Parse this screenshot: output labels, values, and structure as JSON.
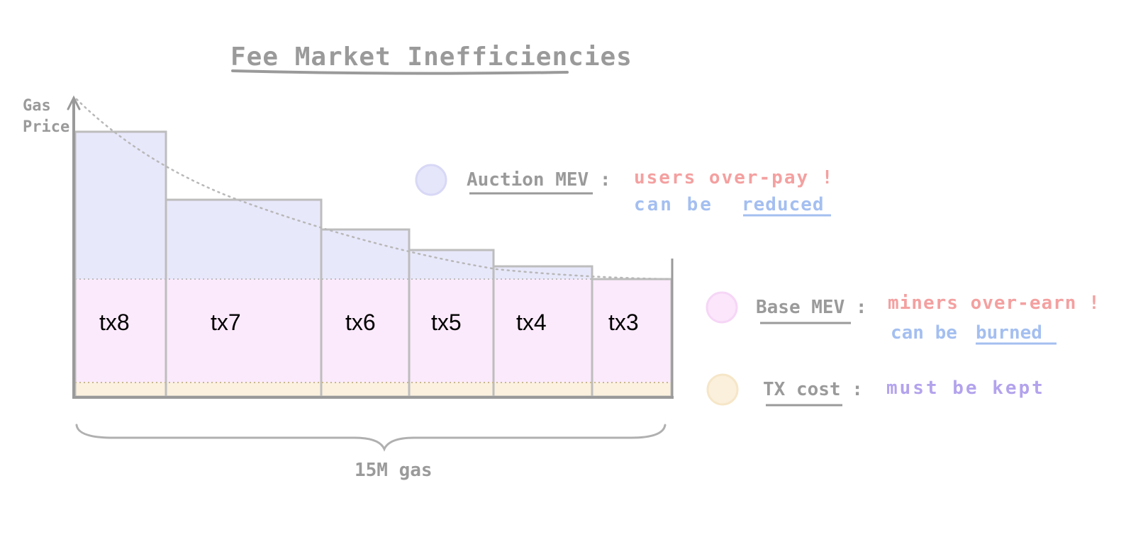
{
  "title": "Fee Market Inefficiencies",
  "y_axis_label": [
    "Gas",
    "Price"
  ],
  "x_axis_label": "15M gas",
  "transactions": [
    {
      "label": "tx8"
    },
    {
      "label": "tx7"
    },
    {
      "label": "tx6"
    },
    {
      "label": "tx5"
    },
    {
      "label": "tx4"
    },
    {
      "label": "tx3"
    }
  ],
  "legend": [
    {
      "name": "Auction MEV :",
      "colon_note": "users over-pay !",
      "second_line_prefix": "can be",
      "second_line_emph": "reduced",
      "color": "#e6e6fb"
    },
    {
      "name": "Base MEV :",
      "colon_note": "miners over-earn !",
      "second_line_prefix": "can be",
      "second_line_emph": "burned",
      "color": "#fbe6fb"
    },
    {
      "name": "TX cost :",
      "colon_note": "must be kept",
      "color": "#fbf0dc"
    }
  ],
  "colors": {
    "auction": "#e8e8fb",
    "base": "#fbeafb",
    "txcost": "#fbf1de",
    "outline": "#bdbdbd",
    "axis": "#9a9a9a",
    "red_text": "#f4a0a0",
    "blue_text": "#a4bff0",
    "purple_text": "#b3a3ec"
  }
}
